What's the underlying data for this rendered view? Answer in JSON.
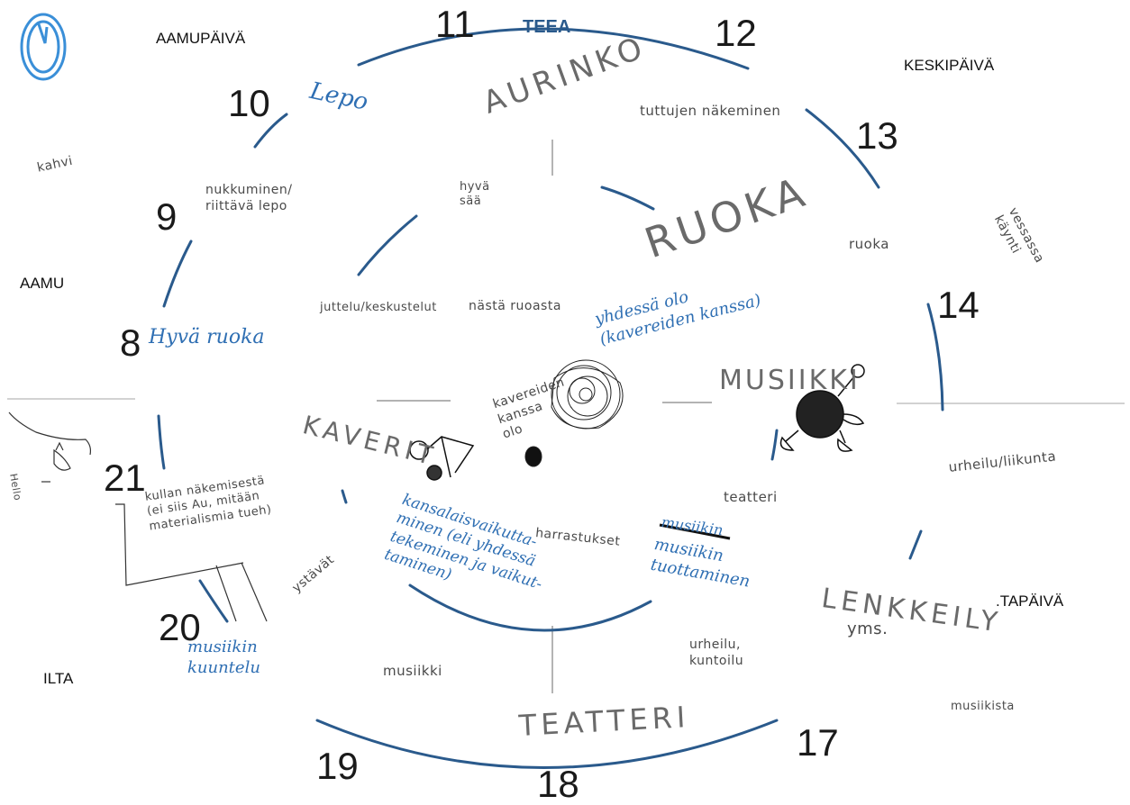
{
  "colors": {
    "ring": "#2a5a8c",
    "ink_blue": "#2f6fb3",
    "pencil": "#555555",
    "guide": "#bfbfbf"
  },
  "periods": {
    "morning": "AAMUPÄIVÄ",
    "noon": "KESKIPÄIVÄ",
    "afternoon": ".TAPÄIVÄ",
    "evening": "ILTA",
    "early_morning": "AAMU"
  },
  "hours": {
    "h8": "8",
    "h9": "9",
    "h10": "10",
    "h11": "11",
    "h12": "12",
    "h13": "13",
    "h14": "14",
    "h17": "17",
    "h18": "18",
    "h19": "19",
    "h20": "20",
    "h21": "21"
  },
  "themes": {
    "aurinko": "AURINKO",
    "ruoka": "RUOKA",
    "musiikki": "MUSIIKKI",
    "kaverit": "KAVERIT",
    "teatteri": "TEATTERI",
    "lenkkeily": "LENKKEILY",
    "lenkkeily_suffix": "yms."
  },
  "header_fragment": "TEEA",
  "notes": {
    "lepo": "Lepo",
    "tuttujen": "tuttujen näkeminen",
    "kahvi": "kahvi",
    "nukkuminen": "nukkuminen/\nriittävä lepo",
    "hyva_saa": "hyvä\nsää",
    "vessassa": "vessassa\nkäynti",
    "ruoka_small": "ruoka",
    "jutteluu": "juttelu/keskustelut",
    "nasta": "nästä ruoasta",
    "hyva_ruoka": "Hyvä ruoka",
    "yhdessa": "yhdessä olo\n(kavereiden kanssa)",
    "kavereiden": "kavereiden\nkanssa\nolo",
    "urheilu_liikunta": "urheilu/liikunta",
    "teatteri_small": "teatteri",
    "kullan": "kullan näkemisestä\n(ei siis Au, mitään\nmaterialismia tueh)",
    "kansalais": "kansalaisvaikutta-\nminen (eli yhdessä\ntekeminen ja vaikut-\ntaminen)",
    "harrastukset": "harrastukset",
    "musiikin": "musiikin\ntuottaminen",
    "musiikin_struck": "musiikin",
    "ystavat": "ystävät",
    "musiikin_kuuntelu": "musiikin\nkuuntelu",
    "musiikki_small": "musiikki",
    "urheilu_kuntoilu": "urheilu,\nkuntoilu",
    "musiikista": "musiikista",
    "hello": "Hello"
  }
}
